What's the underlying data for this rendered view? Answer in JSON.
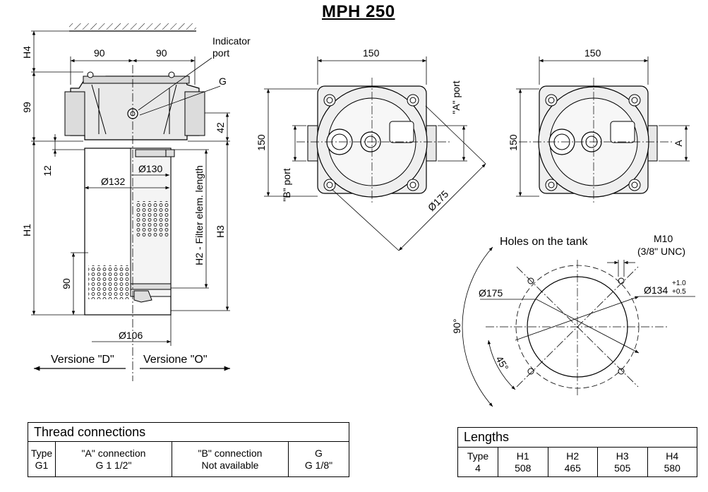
{
  "title": "MPH 250",
  "side_view": {
    "dims": {
      "left_width": "90",
      "right_width": "90",
      "h4": "H4",
      "h99": "99",
      "h42": "42",
      "h12": "12",
      "h1": "H1",
      "h90": "90",
      "h3": "H3",
      "h2": "H2  -  Filter elem. length",
      "d132": "Ø132",
      "d130": "Ø130",
      "d106": "Ø106"
    },
    "callouts": {
      "indicator_port": [
        "Indicator",
        "port"
      ],
      "g": "G"
    },
    "versions": {
      "left": "Versione \"D\"",
      "right": "Versione \"O\""
    }
  },
  "top_view_left": {
    "width": "150",
    "height": "150",
    "a_port": "\"A\" port",
    "b_port": "\"B\" port",
    "diameter": "Ø175"
  },
  "top_view_right": {
    "width": "150",
    "height": "150",
    "a_label": "A"
  },
  "holes": {
    "title": "Holes on the tank",
    "m10": "M10",
    "unc": "(3/8\" UNC)",
    "d175": "Ø175",
    "d134": "Ø134",
    "tol_plus": "+1.0",
    "tol_minus": "+0.5",
    "angle90": "90°",
    "angle45": "45°"
  },
  "thread_table": {
    "title": "Thread connections",
    "columns": [
      {
        "head": "Type",
        "value": "G1"
      },
      {
        "head": "\"A\"  connection",
        "value": "G 1 1/2\""
      },
      {
        "head": "\"B\"  connection",
        "value": "Not available"
      },
      {
        "head": "G",
        "value": "G 1/8\""
      }
    ]
  },
  "lengths_table": {
    "title": "Lengths",
    "columns": [
      {
        "head": "Type",
        "value": "4"
      },
      {
        "head": "H1",
        "value": "508"
      },
      {
        "head": "H2",
        "value": "465"
      },
      {
        "head": "H3",
        "value": "505"
      },
      {
        "head": "H4",
        "value": "580"
      }
    ]
  }
}
